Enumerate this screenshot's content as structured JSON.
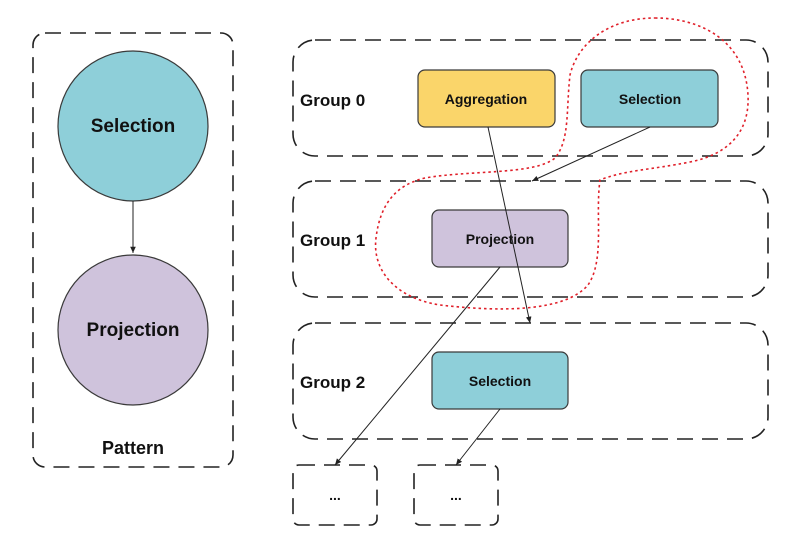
{
  "pattern": {
    "label": "Pattern",
    "nodes": [
      {
        "label": "Selection",
        "color": "#8ecfd9"
      },
      {
        "label": "Projection",
        "color": "#cfc3dc"
      }
    ]
  },
  "groups": [
    {
      "label": "Group 0",
      "nodes": [
        {
          "label": "Aggregation",
          "color": "#fad56a"
        },
        {
          "label": "Selection",
          "color": "#8ecfd9"
        }
      ]
    },
    {
      "label": "Group 1",
      "nodes": [
        {
          "label": "Projection",
          "color": "#cfc3dc"
        }
      ]
    },
    {
      "label": "Group 2",
      "nodes": [
        {
          "label": "Selection",
          "color": "#8ecfd9"
        }
      ]
    }
  ],
  "placeholders": [
    "...",
    "..."
  ],
  "colors": {
    "highlight_outline": "#e0202a",
    "selection": "#8ecfd9",
    "projection": "#cfc3dc",
    "aggregation": "#fad56a"
  }
}
